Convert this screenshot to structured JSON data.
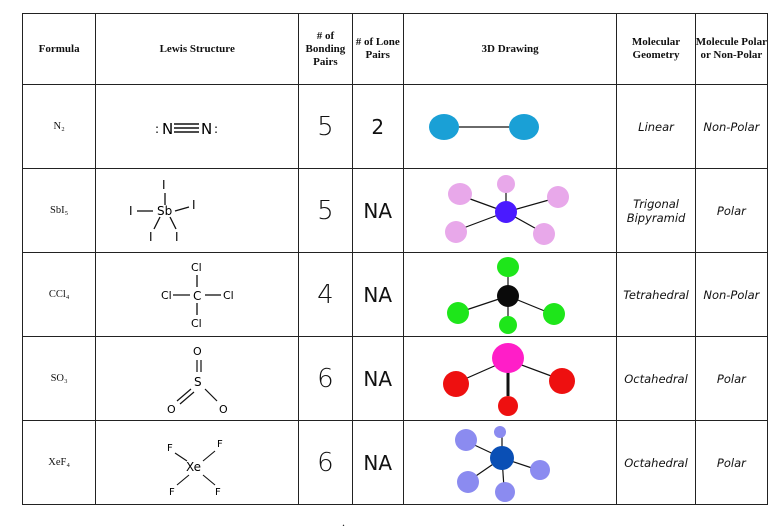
{
  "headers": {
    "formula": "Formula",
    "lewis": "Lewis Structure",
    "bonding": "# of Bonding Pairs",
    "lone": "# of Lone Pairs",
    "drawing": "3D Drawing",
    "geometry": "Molecular Geometry",
    "polarity": "Molecule Polar or Non-Polar"
  },
  "rows": [
    {
      "formula": "N₂",
      "lewis": {
        "type": "diatomic",
        "atom": "N"
      },
      "bonding": "5",
      "lone": "2",
      "geometry": "Linear",
      "polarity": "Non-Polar",
      "colors": {
        "center": "#1aa0d6",
        "outer": "#1aa0d6"
      }
    },
    {
      "formula": "SbI₅",
      "lewis": {
        "type": "sbi5",
        "center": "Sb",
        "outer": "I"
      },
      "bonding": "5",
      "lone": "NA",
      "geometry": "Trigonal Bipyramid",
      "polarity": "Polar",
      "colors": {
        "center": "#4a1aff",
        "outer": "#e8a8ea"
      }
    },
    {
      "formula": "CCl₄",
      "lewis": {
        "type": "ccl4",
        "center": "C",
        "outer": "Cl"
      },
      "bonding": "4",
      "lone": "NA",
      "geometry": "Tetrahedral",
      "polarity": "Non-Polar",
      "colors": {
        "center": "#0a0a0a",
        "outer": "#1ee61a"
      }
    },
    {
      "formula": "SO₃",
      "lewis": {
        "type": "so3",
        "center": "S",
        "outer": "O"
      },
      "bonding": "6",
      "lone": "NA",
      "geometry": "Octahedral",
      "polarity": "Polar",
      "colors": {
        "center": "#ff1ec8",
        "outer": "#ee1010"
      }
    },
    {
      "formula": "XeF₄",
      "lewis": {
        "type": "xef4",
        "center": "Xe",
        "outer": "F"
      },
      "bonding": "6",
      "lone": "NA",
      "geometry": "Octahedral",
      "polarity": "Polar",
      "colors": {
        "center": "#0a4fb5",
        "outer": "#8b8bf0"
      }
    }
  ],
  "footer_mark": "."
}
